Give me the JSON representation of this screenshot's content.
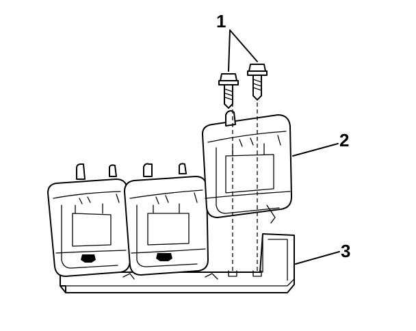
{
  "callouts": [
    {
      "id": "1",
      "label": "1"
    },
    {
      "id": "2",
      "label": "2"
    },
    {
      "id": "3",
      "label": "3"
    }
  ],
  "colors": {
    "ink": "#000000",
    "paper": "#ffffff"
  },
  "icons": [
    "bolt-icon",
    "ignition-coil-icon",
    "bracket-icon"
  ]
}
